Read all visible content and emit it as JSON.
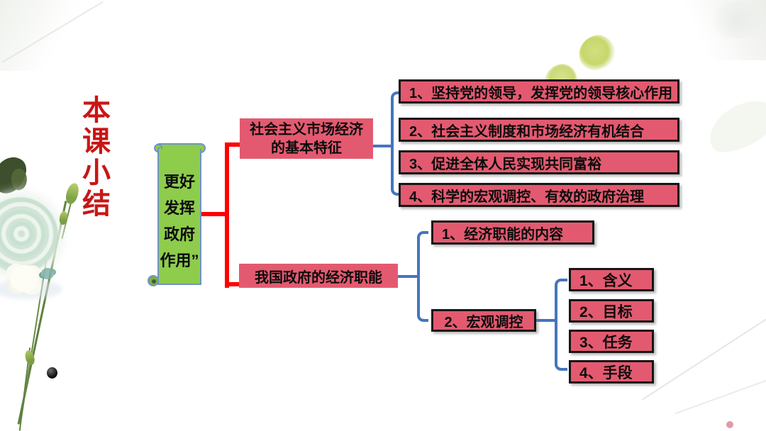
{
  "slide": {
    "title": "本课小结",
    "scroll": {
      "lines": [
        "更好",
        "发挥",
        "政府",
        "作用”"
      ]
    },
    "branch_market_economy": {
      "label_line1": "社会主义市场经济",
      "label_line2": "的基本特征",
      "items": [
        "1、坚持党的领导，发挥党的领导核心作用",
        "2、社会主义制度和市场经济有机结合",
        "3、促进全体人民实现共同富裕",
        "4、科学的宏观调控、有效的政府治理"
      ]
    },
    "branch_govt_functions": {
      "label": "我国政府的经济职能",
      "item_content": "1、经济职能的内容",
      "item_macro": "2、宏观调控",
      "macro_items": [
        "1、含义",
        "2、目标",
        "3、任务",
        "4、手段"
      ]
    }
  },
  "colors": {
    "title_red": "#c81616",
    "connector_red": "#ff0000",
    "connector_blue": "#4575bd",
    "node_pink": "#e35a70",
    "node_border": "#161616",
    "scroll_green": "#8ecc4c",
    "scroll_border": "#6f94c4"
  },
  "decorations": [
    "rose-bouquet",
    "watercolor-petals",
    "corner-wash",
    "berry-dot",
    "diagonal-lines"
  ]
}
